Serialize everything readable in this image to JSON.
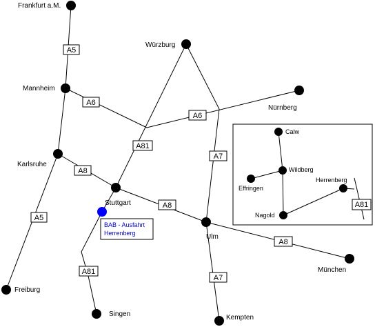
{
  "cities": {
    "frankfurt": {
      "label": "Frankfurt a.M."
    },
    "mannheim": {
      "label": "Mannheim"
    },
    "karlsruhe": {
      "label": "Karlsruhe"
    },
    "freiburg": {
      "label": "Freiburg"
    },
    "wuerzburg": {
      "label": "Würzburg"
    },
    "nuernberg": {
      "label": "Nürnberg"
    },
    "stuttgart": {
      "label": "Stuttgart"
    },
    "ulm": {
      "label": "Ulm"
    },
    "muenchen": {
      "label": "München"
    },
    "kempten": {
      "label": "Kempten"
    },
    "singen": {
      "label": "Singen"
    }
  },
  "exit": {
    "line1": "BAB - Ausfahrt",
    "line2": "Herrenberg",
    "color": "#0000ff"
  },
  "roads": {
    "a5_north": "A5",
    "a5_south": "A5",
    "a6_west": "A6",
    "a6_east": "A6",
    "a81_north": "A81",
    "a81_south": "A81",
    "a8_west": "A8",
    "a8_middle": "A8",
    "a8_east": "A8",
    "a7_north": "A7",
    "a7_south": "A7"
  },
  "inset": {
    "calw": "Calw",
    "wildberg": "Wildberg",
    "effringen": "Effringen",
    "herrenberg": "Herrenberg",
    "nagold": "Nagold",
    "a81": "A81"
  }
}
